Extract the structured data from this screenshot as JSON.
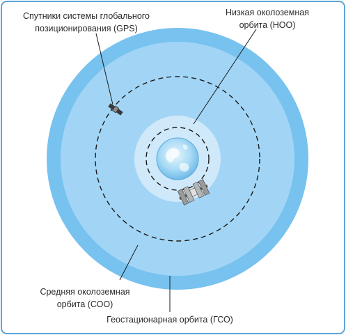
{
  "labels": {
    "gps_line1": "Спутники системы глобального",
    "gps_line2": "позиционирования (GPS)",
    "leo_line1": "Низкая околоземная",
    "leo_line2": "орбита (НОО)",
    "meo_line1": "Средняя околоземная",
    "meo_line2": "орбита (СОО)",
    "geo_line1": "Геостационарная орбита (ГСО)"
  },
  "colors": {
    "outer_zone": "#78c2ef",
    "middle_zone": "#a2d5f5",
    "inner_zone": "#cfe9fa",
    "earth": "#8fcdf0",
    "orbit_line": "#1a1a1a",
    "frame_border": "#5da6d8"
  },
  "icons": {
    "gps_satellite": "satellite-icon",
    "space_station": "space-station-icon",
    "earth": "earth-icon"
  }
}
